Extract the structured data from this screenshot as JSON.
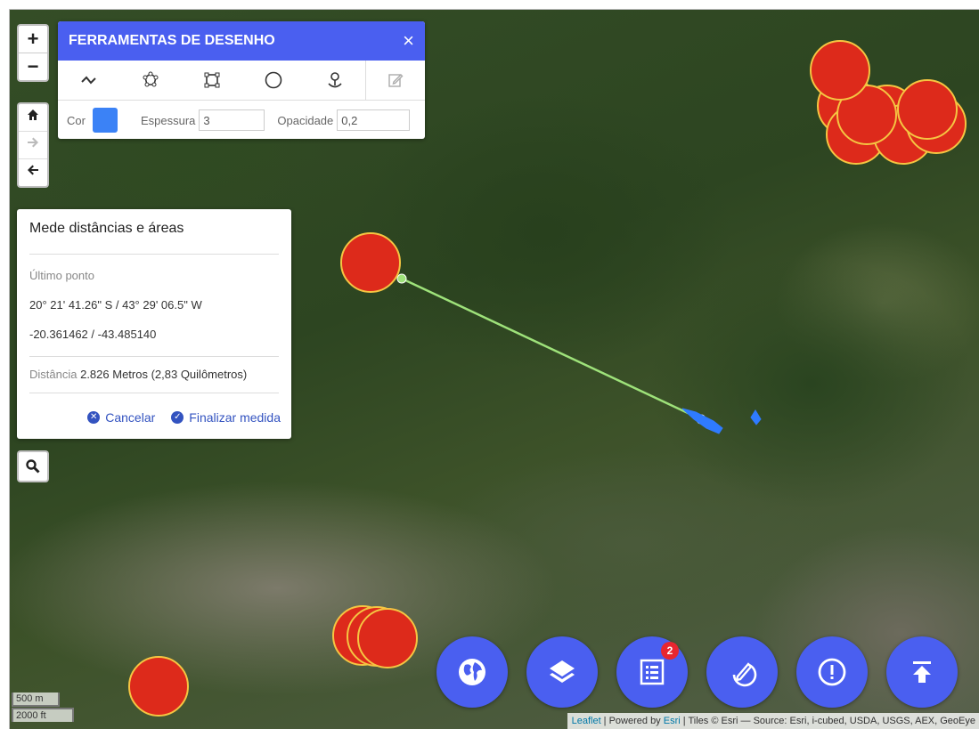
{
  "zoom": {
    "in_label": "+",
    "out_label": "−"
  },
  "nav": {
    "home": "🏠",
    "forward": "➔",
    "back": "🡐"
  },
  "draw_panel": {
    "title": "FERRAMENTAS DE DESENHO",
    "close": "×",
    "options": {
      "color_label": "Cor",
      "color_value": "#3b82f6",
      "thickness_label": "Espessura",
      "thickness_value": "3",
      "opacity_label": "Opacidade",
      "opacity_value": "0,2"
    }
  },
  "measure": {
    "title": "Mede distâncias e áreas",
    "last_point_label": "Último ponto",
    "dms": "20° 21' 41.26\" S / 43° 29' 06.5\" W",
    "decimal": "-20.361462 / -43.485140",
    "distance_label": "Distância",
    "distance_value": "2.826 Metros (2,83 Quilômetros)",
    "cancel": "Cancelar",
    "finish": "Finalizar medida"
  },
  "fabs": {
    "notifications_badge": "2"
  },
  "scale": {
    "metric": "500 m",
    "imperial": "2000 ft"
  },
  "attribution": {
    "leaflet": "Leaflet",
    "sep1": " | Powered by ",
    "esri": "Esri",
    "rest": " | Tiles © Esri — Source: Esri, i-cubed, USDA, USGS, AEX, GeoEye"
  },
  "colors": {
    "accent": "#4a5ff0",
    "marker_fill": "#dd2a1b",
    "marker_stroke": "#f5c542",
    "measure_line": "#9ee27a"
  }
}
